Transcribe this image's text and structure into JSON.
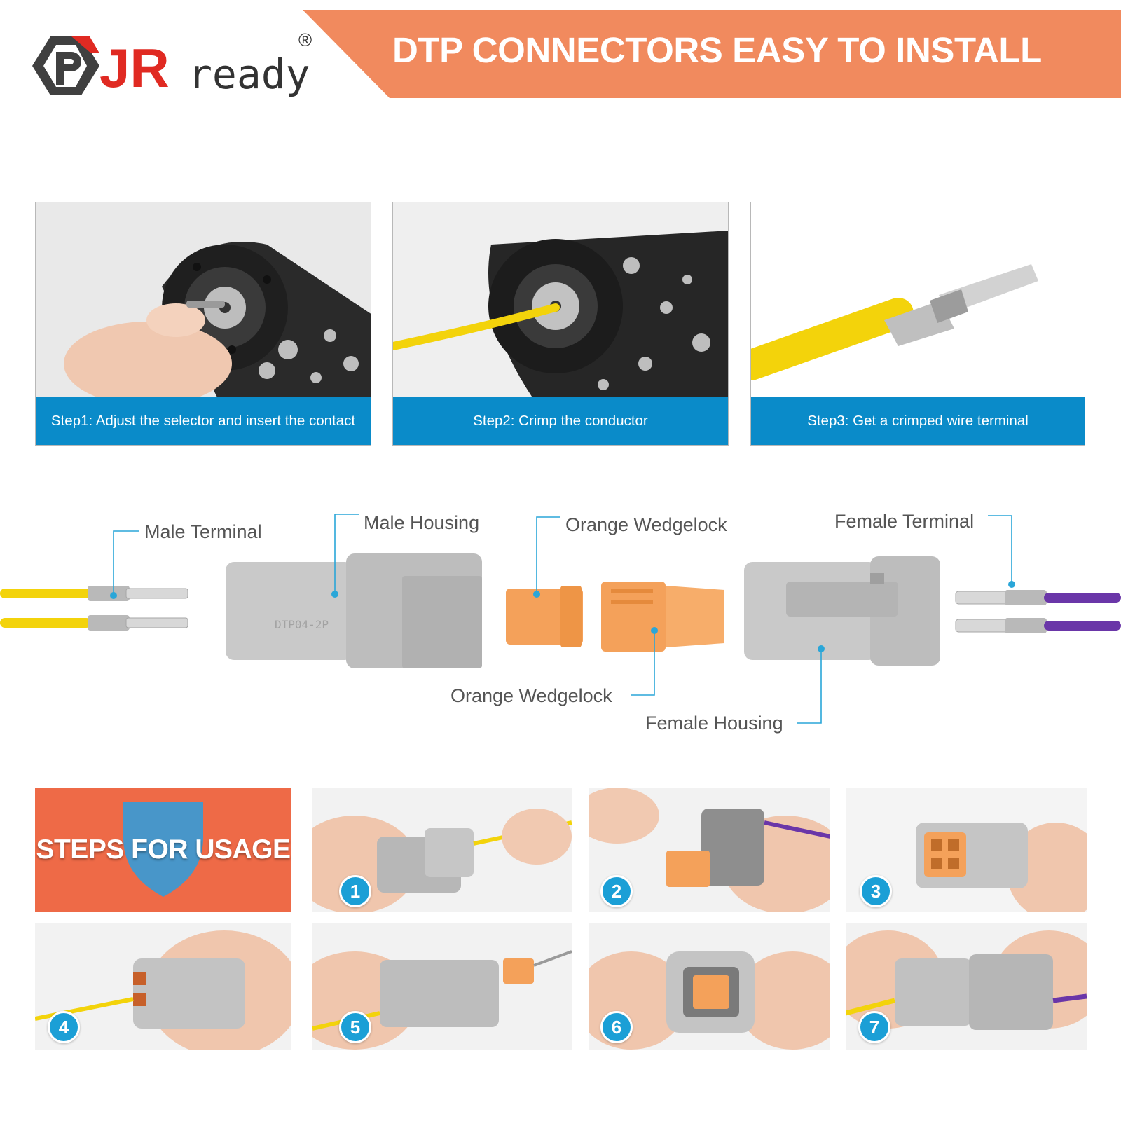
{
  "header": {
    "brand": {
      "mark": "JR",
      "word": "ready",
      "registered": "®"
    },
    "title": "DTP CONNECTORS EASY TO INSTALL"
  },
  "steps": [
    {
      "caption": "Step1: Adjust the selector and insert the contact"
    },
    {
      "caption": "Step2: Crimp the conductor"
    },
    {
      "caption": "Step3: Get a crimped wire terminal"
    }
  ],
  "parts": {
    "male_terminal": "Male Terminal",
    "male_housing": "Male Housing",
    "orange_wedgelock_top": "Orange Wedgelock",
    "female_terminal": "Female Terminal",
    "orange_wedgelock_bottom": "Orange Wedgelock",
    "female_housing": "Female Housing",
    "male_housing_imprint": "DTP04-2P"
  },
  "usage": {
    "title": "STEPS FOR USAGE",
    "numbers": [
      "1",
      "2",
      "3",
      "4",
      "5",
      "6",
      "7"
    ]
  },
  "colors": {
    "banner": "#f18a5e",
    "caption_bar": "#0a8bc9",
    "usage_tile": "#ee6a47",
    "step_badge": "#1b9fd6",
    "wire_yellow": "#f3d30b",
    "wire_purple": "#6a36a8",
    "wedgelock": "#f4a15a",
    "housing_grey": "#c9c9c9",
    "callout_line": "#2aa6d8"
  }
}
